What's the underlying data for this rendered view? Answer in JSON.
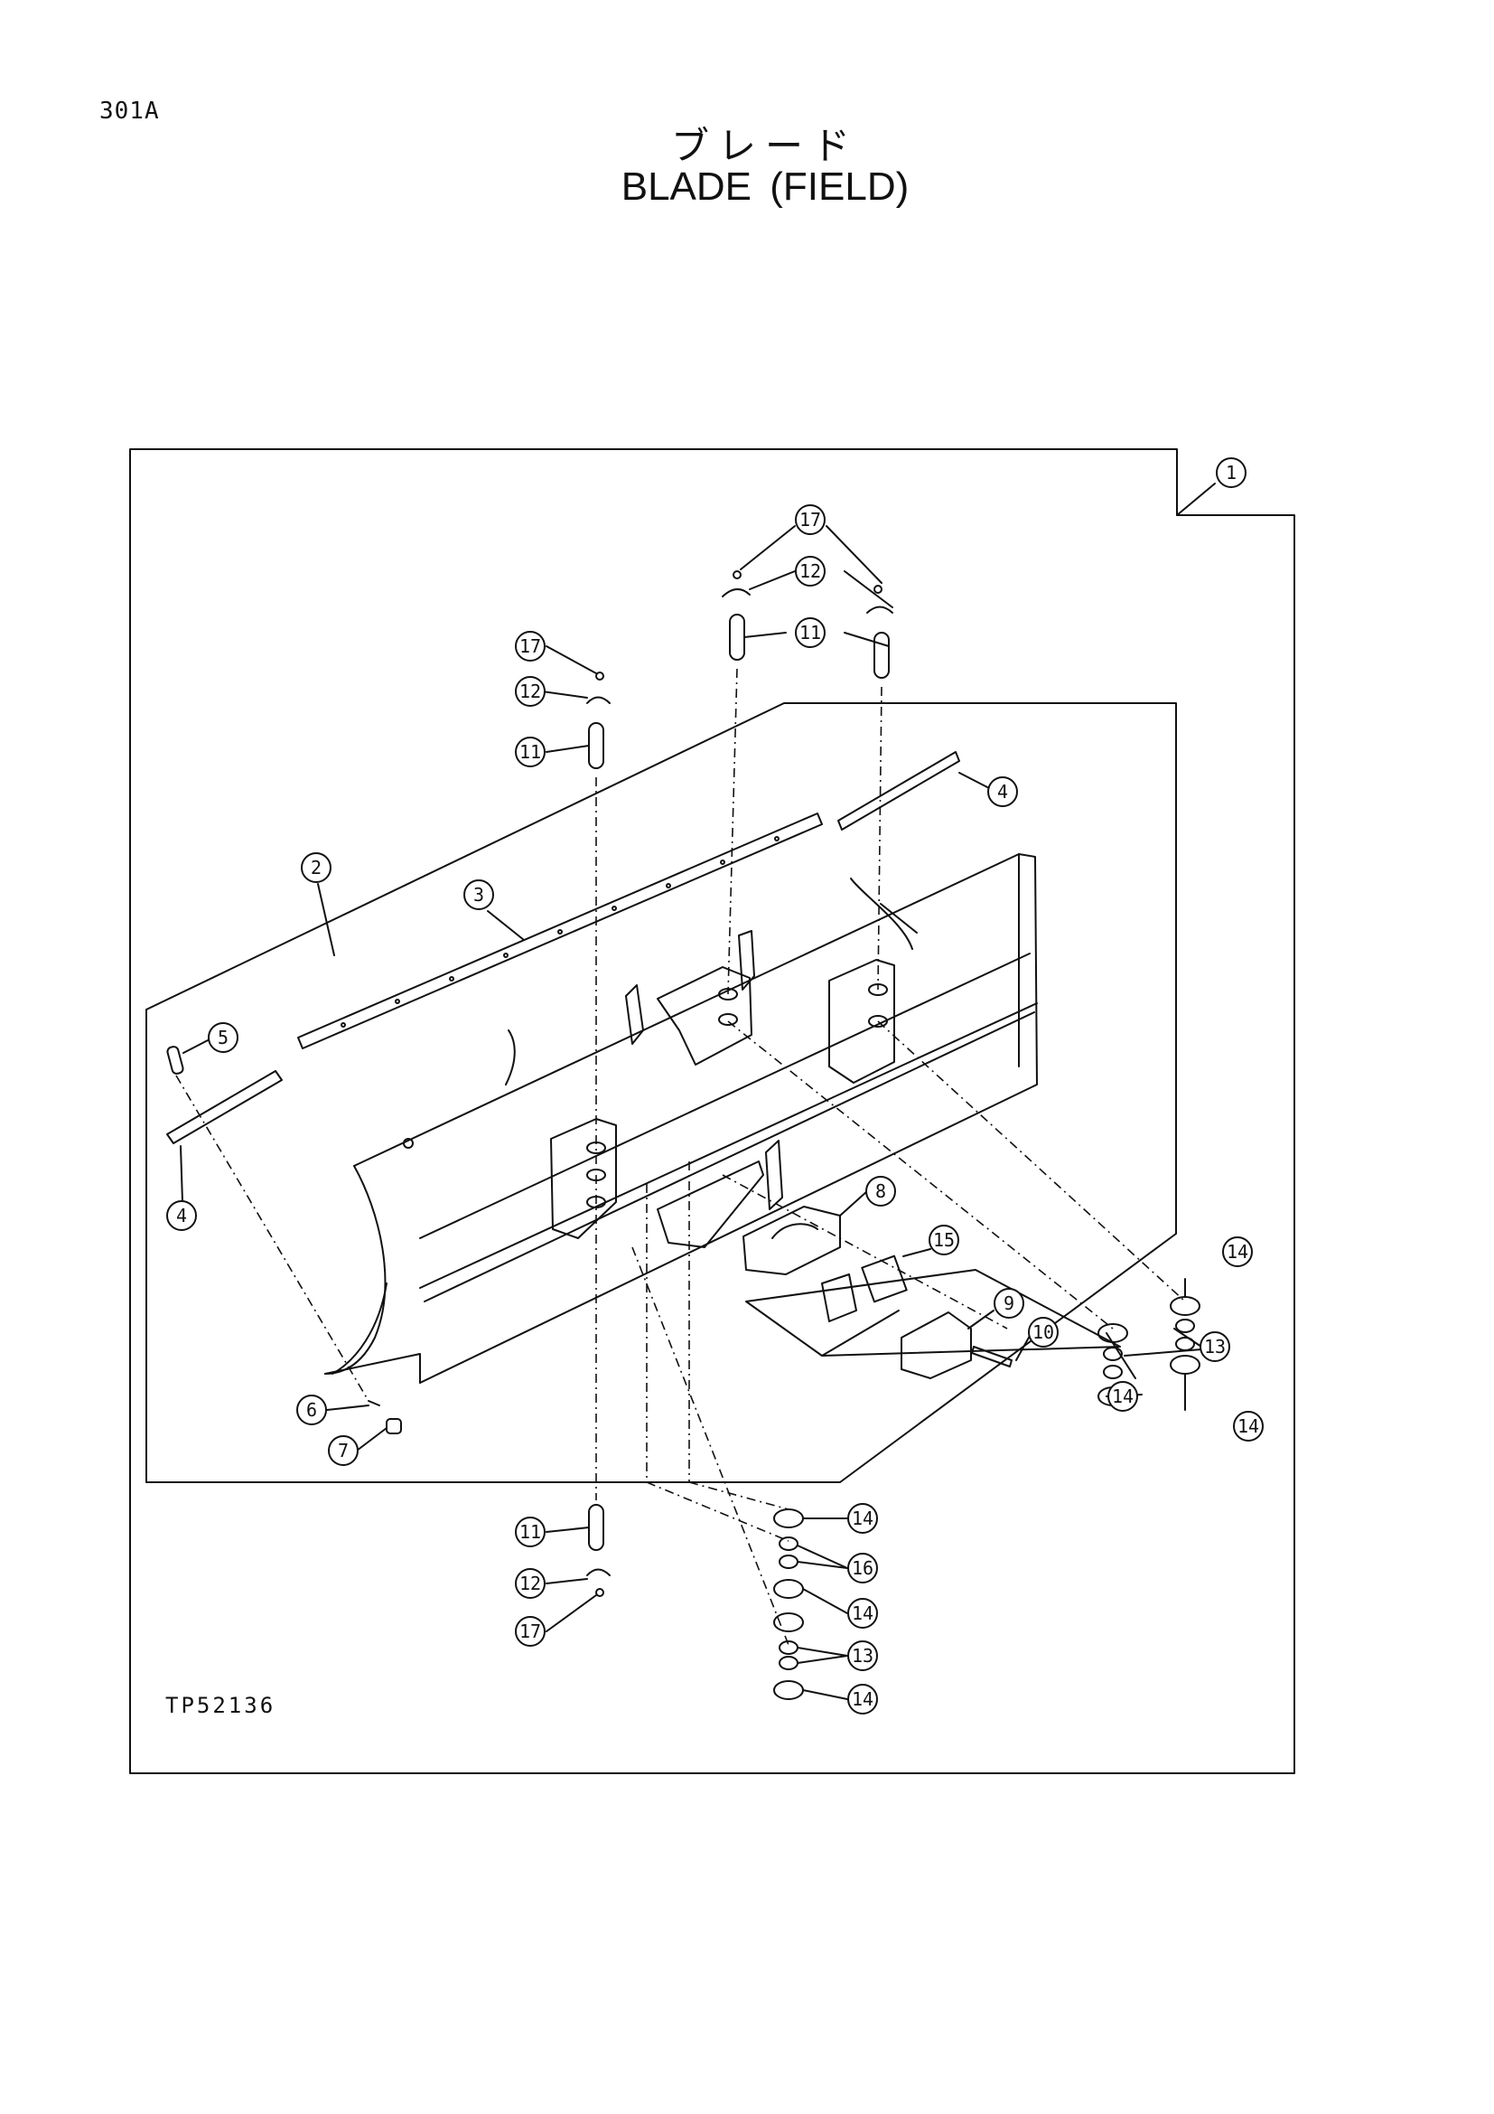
{
  "header": {
    "page_code": "301A",
    "title_jp": "ブレード",
    "title_en": "BLADE (FIELD)"
  },
  "drawing": {
    "reference_code": "TP52136",
    "callouts": {
      "c1": "1",
      "c2": "2",
      "c3": "3",
      "c4a": "4",
      "c4b": "4",
      "c5": "5",
      "c6": "6",
      "c7": "7",
      "c8": "8",
      "c9": "9",
      "c10": "10",
      "c11a": "11",
      "c11b": "11",
      "c11c": "11",
      "c12a": "12",
      "c12b": "12",
      "c12c": "12",
      "c13a": "13",
      "c13b": "13",
      "c14a": "14",
      "c14b": "14",
      "c14c": "14",
      "c14d": "14",
      "c14e": "14",
      "c14f": "14",
      "c15": "15",
      "c16": "16",
      "c17a": "17",
      "c17b": "17",
      "c17c": "17"
    }
  }
}
